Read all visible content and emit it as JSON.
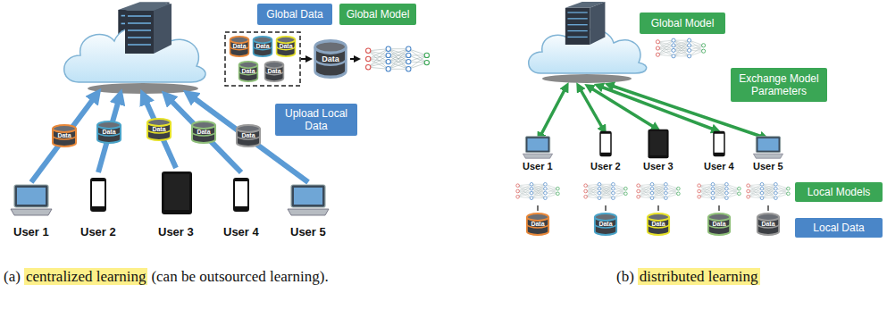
{
  "diagram": {
    "nodes": [
      {
        "text": [
          "Global Data"
        ]
      },
      {
        "text": [
          "Global Model"
        ]
      },
      {
        "text": [
          "Data"
        ]
      },
      {
        "text": [
          "Data"
        ]
      },
      {
        "text": [
          "Data"
        ]
      },
      {
        "text": [
          "Data"
        ]
      },
      {
        "text": [
          "Data"
        ]
      },
      {
        "text": [
          "Data"
        ]
      },
      {
        "text": [
          "Data"
        ]
      },
      {
        "text": [
          "Data"
        ]
      },
      {
        "text": [
          "Data"
        ]
      },
      {
        "text": [
          "Data"
        ]
      },
      {
        "text": [
          "Data"
        ]
      },
      {
        "text": [
          "Upload Local Data"
        ]
      },
      {
        "text": [
          "Global Model"
        ]
      },
      {
        "text": [
          "Exchange Model Parameters"
        ]
      },
      {
        "text": [
          "Data"
        ]
      },
      {
        "text": [
          "Data"
        ]
      },
      {
        "text": [
          "Data"
        ]
      },
      {
        "text": [
          "Data"
        ]
      },
      {
        "text": [
          "Data"
        ]
      },
      {
        "text": [
          "Local Models"
        ]
      },
      {
        "text": [
          "Local Data"
        ]
      }
    ],
    "labels": [
      "User 1",
      "User 2",
      "User 3",
      "User 4",
      "User 5",
      "User 1",
      "User 2",
      "User 3",
      "User 4",
      "User 5",
      "(a)",
      "centralized learning",
      "(can be outsourced learning).",
      "(b)",
      "distributed learning"
    ]
  }
}
